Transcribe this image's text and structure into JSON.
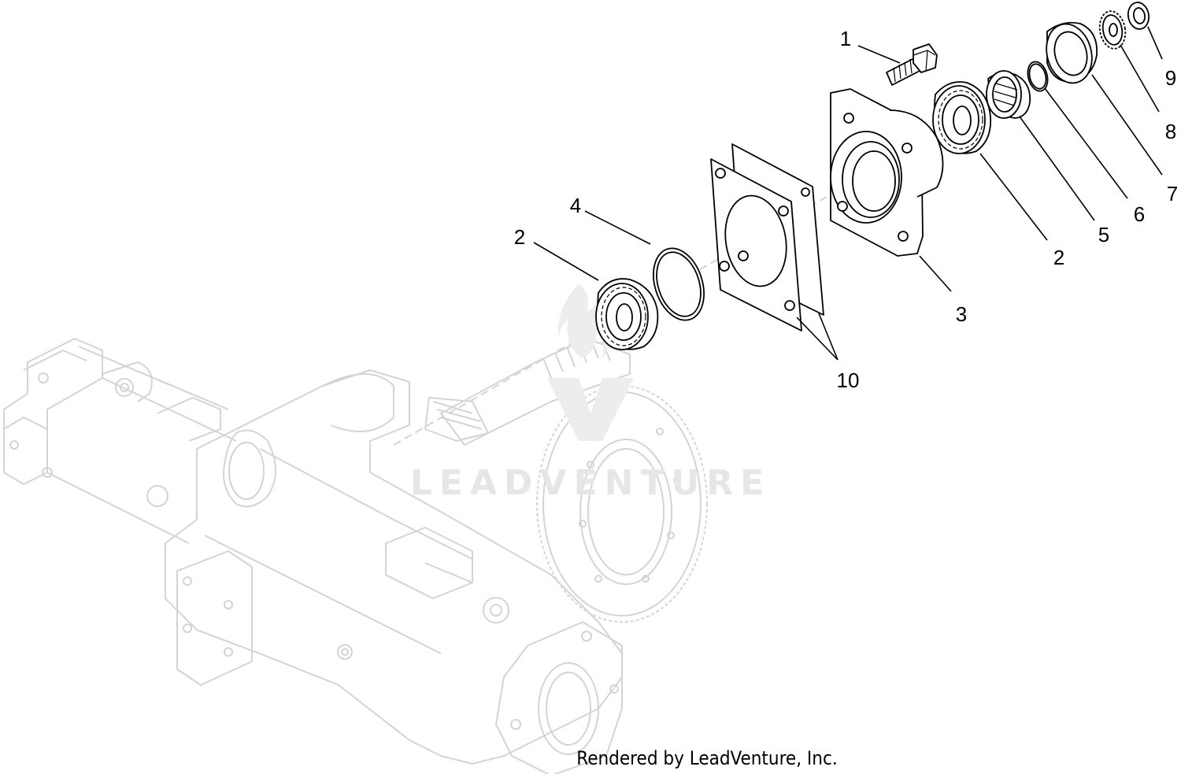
{
  "watermark": {
    "brand": "LEADVENTURE"
  },
  "credit": "Rendered by LeadVenture, Inc.",
  "callouts": {
    "c1": "1",
    "c2a": "2",
    "c2b": "2",
    "c3": "3",
    "c4": "4",
    "c5": "5",
    "c6": "6",
    "c7": "7",
    "c8": "8",
    "c9": "9",
    "c10": "10"
  },
  "colors": {
    "ink": "#000000",
    "ghost": "#d4d4d4",
    "watermark": "#e6e6e6"
  }
}
